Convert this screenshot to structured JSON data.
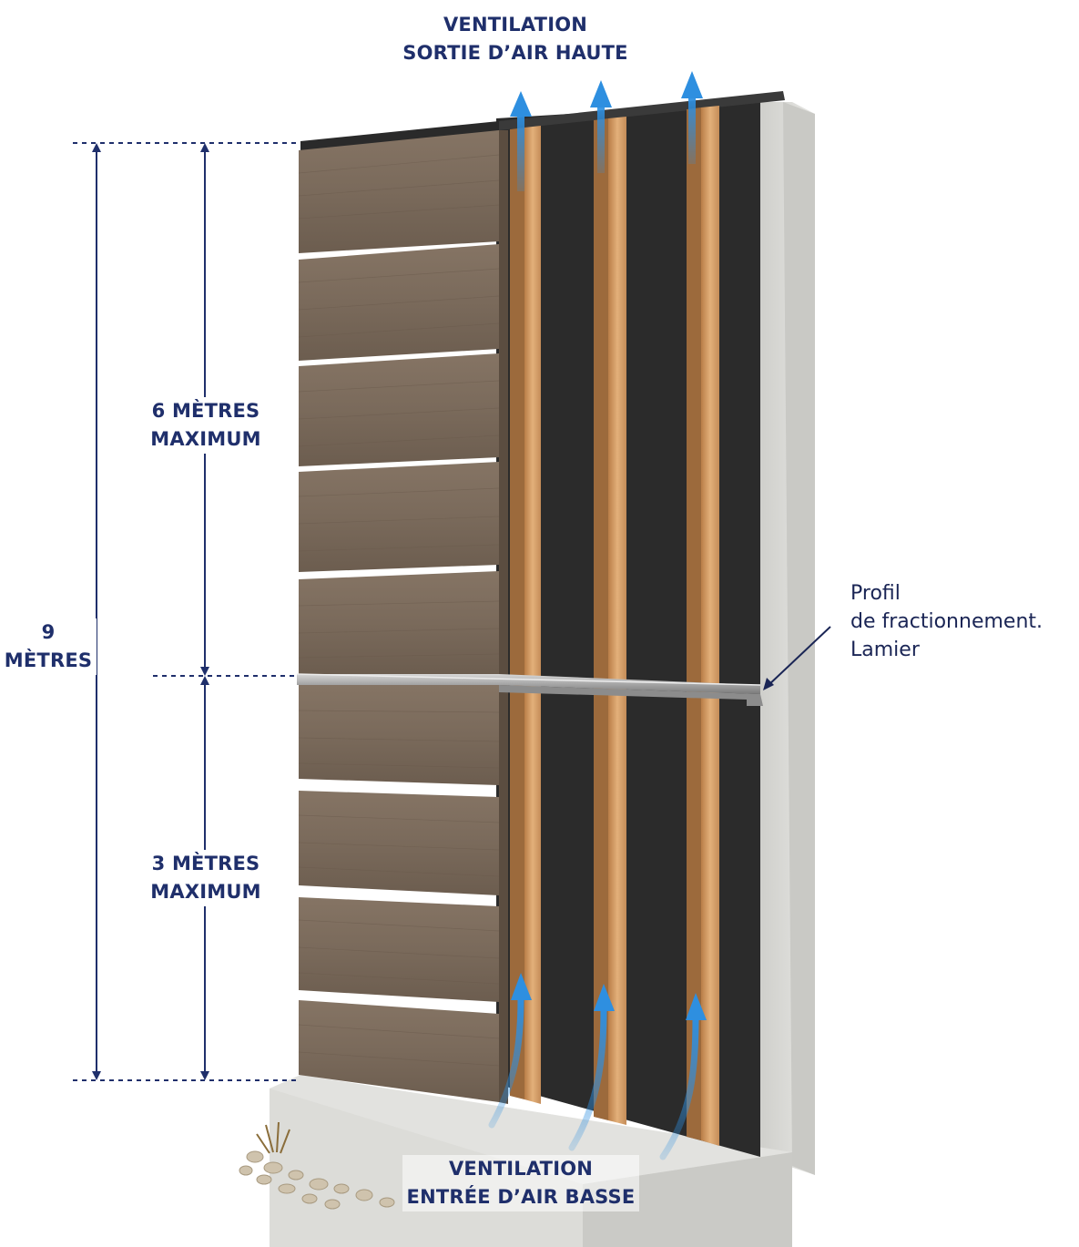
{
  "top_label": {
    "line1": "VENTILATION",
    "line2": "SORTIE D’AIR HAUTE"
  },
  "bottom_label": {
    "line1": "VENTILATION",
    "line2": "ENTRÉE D’AIR BASSE"
  },
  "dimensions": {
    "total": "9 MÈTRES",
    "upper": {
      "line1": "6 MÈTRES",
      "line2": "MAXIMUM"
    },
    "lower": {
      "line1": "3 MÈTRES",
      "line2": "MAXIMUM"
    }
  },
  "profile_label": {
    "line1": "Profil",
    "line2": "de fractionnement.",
    "line3": "Lamier"
  },
  "colors": {
    "dimension": "#1f2f6b",
    "cladding": "#7a6a5c",
    "batten": "#d4a06a",
    "membrane": "#2b2b2b",
    "wall": "#d9d9d6",
    "airflow": "#2e8fe0",
    "splitting_profile": "#9a9a9a"
  }
}
